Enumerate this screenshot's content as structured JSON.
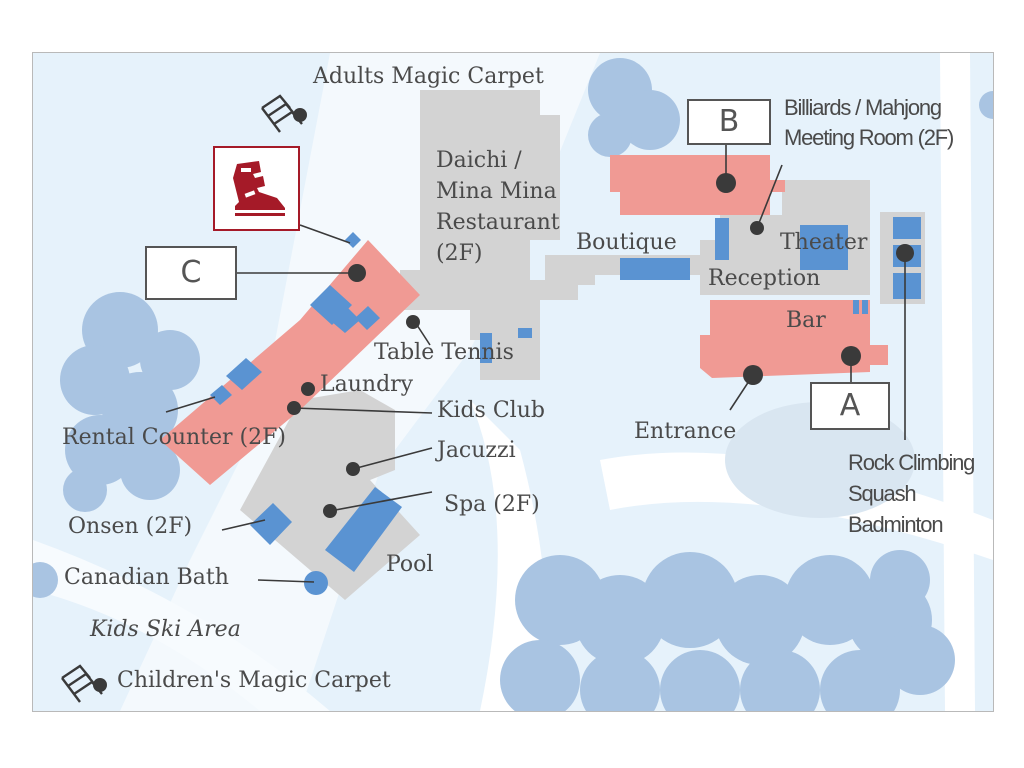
{
  "map": {
    "colors": {
      "snow": "#eaf5fc",
      "trees": "#a9c4e2",
      "paths": "#ffffff",
      "building": "#d3d3d3",
      "highlight_building": "#f09a94",
      "rooms": "#5a93d2",
      "markers": "#3a3a3a",
      "rental_icon": "#a51a28"
    },
    "icons": {
      "rental_counter_icon": "ski-boot-icon",
      "magic_carpet_icon": "magic-carpet-icon"
    },
    "boxes": {
      "a": "A",
      "b": "B",
      "c": "C"
    },
    "labels": {
      "adults_magic_carpet": "Adults Magic Carpet",
      "daichi_line1": "Daichi /",
      "daichi_line2": "Mina Mina",
      "daichi_line3": "Restaurant",
      "daichi_line4": "(2F)",
      "boutique": "Boutique",
      "billiards_line1": "Billiards / Mahjong",
      "billiards_line2": "Meeting Room (2F)",
      "theater": "Theater",
      "reception": "Reception",
      "bar": "Bar",
      "table_tennis": "Table Tennis",
      "laundry": "Laundry",
      "kids_club": "Kids Club",
      "rental_counter": "Rental Counter (2F)",
      "jacuzzi": "Jacuzzi",
      "spa": "Spa (2F)",
      "onsen": "Onsen (2F)",
      "pool": "Pool",
      "canadian_bath": "Canadian Bath",
      "kids_ski_area": "Kids Ski Area",
      "childrens_magic_carpet": "Children's Magic Carpet",
      "entrance": "Entrance",
      "rock_climbing": "Rock Climbing",
      "squash": "Squash",
      "badminton": "Badminton"
    }
  }
}
